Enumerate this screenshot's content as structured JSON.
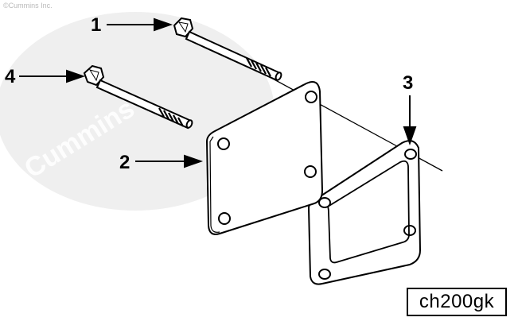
{
  "watermark": {
    "copyright": "©Cummins Inc.",
    "brand": "Cummins"
  },
  "callouts": [
    {
      "id": "1",
      "label": "1"
    },
    {
      "id": "2",
      "label": "2"
    },
    {
      "id": "3",
      "label": "3"
    },
    {
      "id": "4",
      "label": "4"
    }
  ],
  "figure_code": "ch200gk",
  "colors": {
    "line": "#000000",
    "watermark_blob": "#efefef",
    "background": "#ffffff"
  }
}
